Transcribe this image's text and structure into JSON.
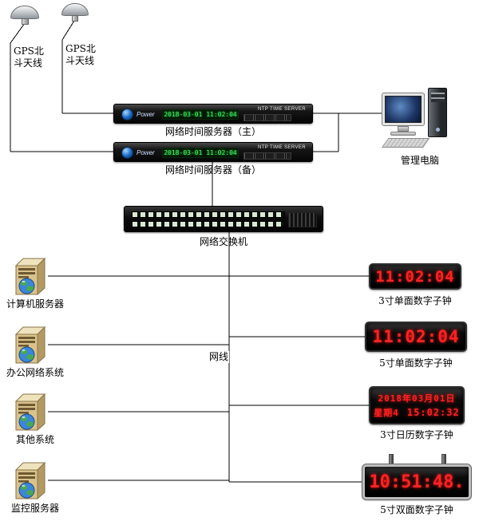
{
  "diagram": {
    "colors": {
      "led_red": "#ff2222",
      "led_green": "#3cff66",
      "line": "#000000"
    },
    "antennas": [
      {
        "label": "GPS北斗天线"
      },
      {
        "label": "GPS北斗天线"
      }
    ],
    "servers": [
      {
        "brand": "Power",
        "panel_text": "NTP TIME SERVER",
        "display": "2018-03-01 11:02:04",
        "label": "网络时间服务器（主）"
      },
      {
        "brand": "Power",
        "panel_text": "NTP TIME SERVER",
        "display": "2018-03-01 11:02:04",
        "label": "网络时间服务器（备）"
      }
    ],
    "computer": {
      "label": "管理电脑"
    },
    "switch": {
      "label": "网络交换机"
    },
    "cable_label": "网线",
    "left_nodes": [
      {
        "label": "计算机服务器"
      },
      {
        "label": "办公网络系统"
      },
      {
        "label": "其他系统"
      },
      {
        "label": "监控服务器"
      }
    ],
    "clocks": [
      {
        "time": "11:02:04",
        "label": "3寸单面数字子钟"
      },
      {
        "time": "11:02:04",
        "label": "5寸单面数字子钟"
      },
      {
        "date": "2018年03月01日",
        "week": "星期4",
        "time": "15:02:32",
        "label": "3寸日历数字子钟"
      },
      {
        "time": "10:51:48.",
        "label": "5寸双面数字子钟"
      }
    ]
  }
}
